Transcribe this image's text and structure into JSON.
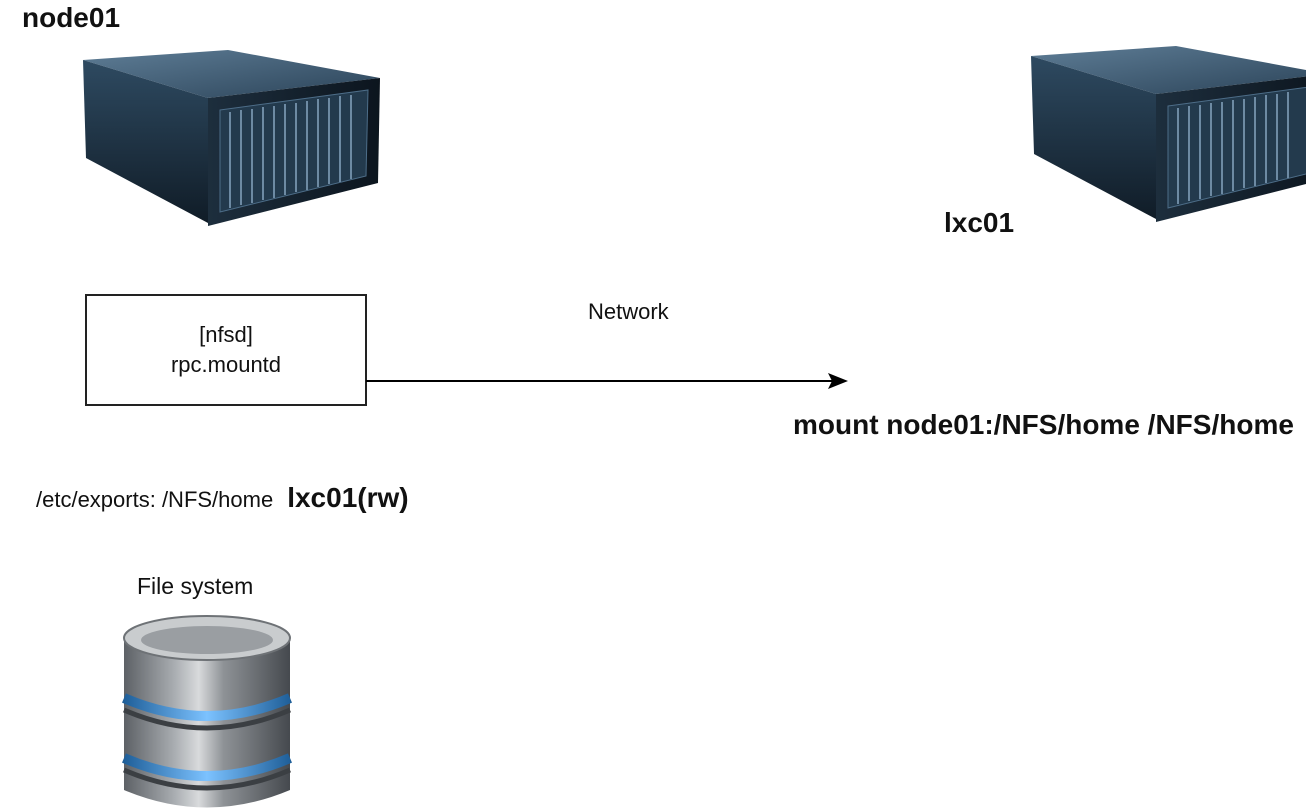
{
  "nodes": {
    "server": {
      "label": "node01",
      "icon": "server-icon"
    },
    "client": {
      "label": "lxc01",
      "icon": "server-icon"
    }
  },
  "daemon_box": {
    "line1": "[nfsd]",
    "line2": "rpc.mountd"
  },
  "network": {
    "label": "Network"
  },
  "mount_command": "mount node01:/NFS/home  /NFS/home",
  "exports": {
    "path": "/etc/exports:  /NFS/home",
    "client": "lxc01(rw)"
  },
  "filesystem": {
    "label": "File system",
    "icon": "database-icon"
  },
  "colors": {
    "server_body": "#1f3447",
    "server_top": "#3c5a74",
    "db_ring": "#3a8fd6",
    "db_body": "#8a8d91"
  }
}
